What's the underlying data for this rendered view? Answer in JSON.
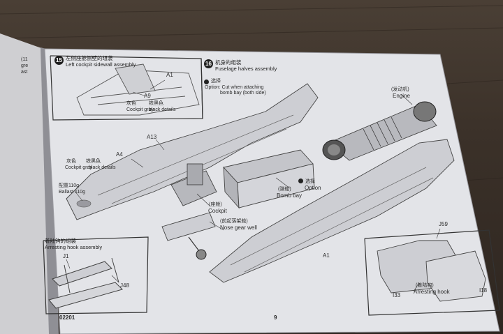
{
  "left_page": {
    "frag_top": "(11",
    "frag_2": "gre",
    "frag_3": "ast"
  },
  "step15": {
    "number": "15",
    "title_cn": "左侧座舱侧壁的组装",
    "title": "Left cockpit sidewall assembly",
    "part_a1": "A1",
    "part_a9": "A9",
    "note1_cn1": "灰色",
    "note1_cn2": "铁黑色",
    "note1_en1": "Cockpit gray",
    "note1_en2": "black details",
    "part_a13": "A13",
    "part_a4": "A4",
    "note2_cn1": "灰色",
    "note2_cn2": "铁黑色",
    "note2_en1": "Cockpit gray",
    "note2_en2": "black details",
    "ballast_cn": "配重110g",
    "ballast_en": "Ballast 110g"
  },
  "step16": {
    "number": "16",
    "title_cn": "机身的组装",
    "title": "Fuselage halves assembly",
    "option_cn": "选择",
    "option_note": "Option: Cut when attaching",
    "option_note2": "bomb bay (both side)",
    "engine_cn": "(发动机)",
    "engine": "Engine",
    "bombbay_cn": "(弹舱)",
    "bombbay": "Bomb bay",
    "option2_cn": "选择",
    "option2": "Option",
    "cockpit_cn": "(座舱)",
    "cockpit": "Cockpit",
    "nosegear_cn": "(前起落架舱)",
    "nosegear": "Nose gear well",
    "part_a1": "A1",
    "part_j59": "J59",
    "part_i33": "I33",
    "part_i18": "I18",
    "hook_cn": "(着陆钩)",
    "hook": "Arresting hook"
  },
  "hook_box": {
    "title_cn": "着陆钩的组装",
    "title": "Arresting hook assembly",
    "part_j1": "J1",
    "part_j48": "J48"
  },
  "footer": {
    "code": "02201",
    "page": "9"
  }
}
